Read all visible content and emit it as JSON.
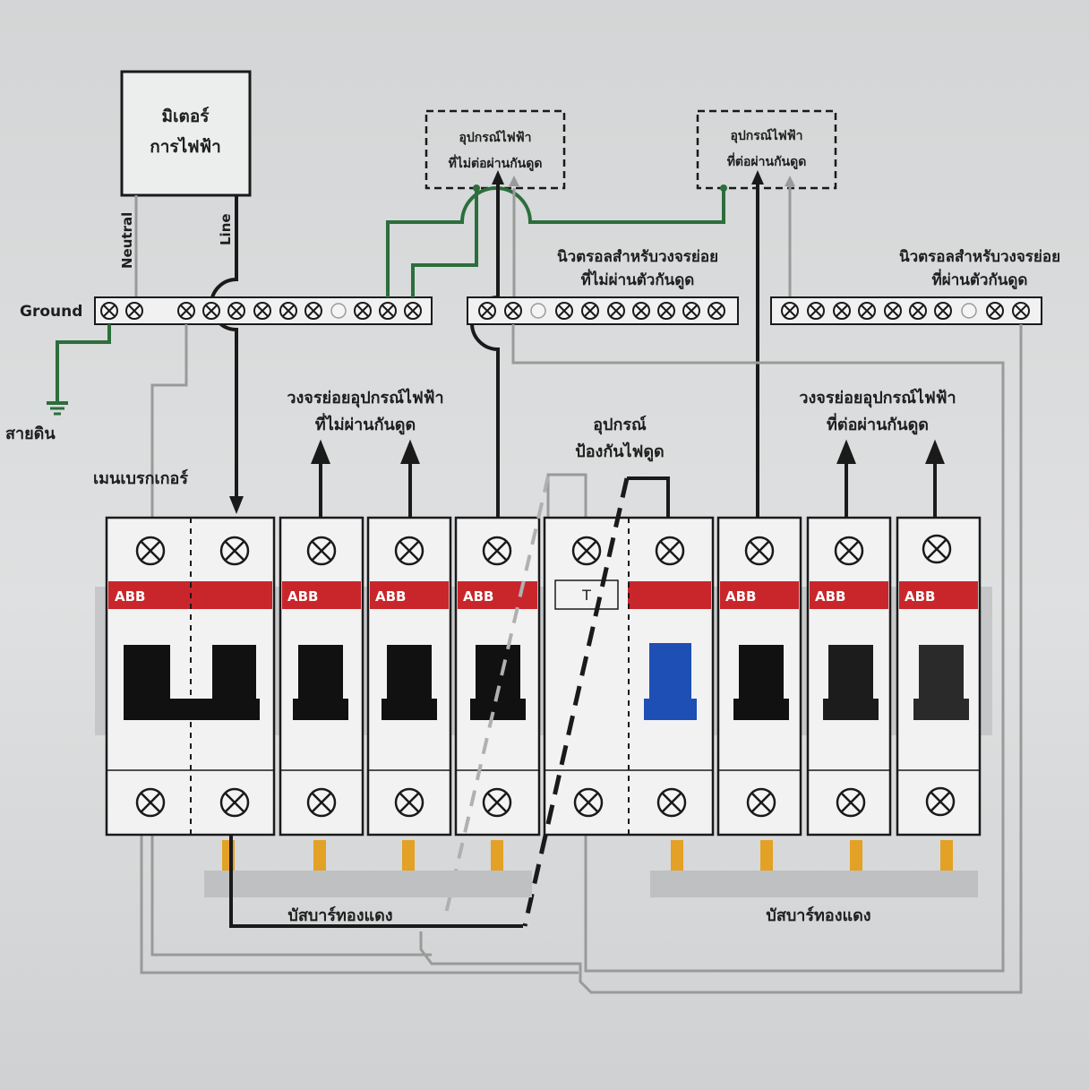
{
  "meter": {
    "line1": "มิเตอร์",
    "line2": "การไฟฟ้า"
  },
  "wire_labels": {
    "neutral": "Neutral",
    "line": "Line"
  },
  "ground_label": "Ground",
  "earth_label": "สายดิน",
  "device_not_protected": {
    "line1": "อุปกรณ์ไฟฟ้า",
    "line2": "ที่ไม่ต่อผ่านกันดูด"
  },
  "device_protected": {
    "line1": "อุปกรณ์ไฟฟ้า",
    "line2": "ที่ต่อผ่านกันดูด"
  },
  "neutral_bar_not_protected": {
    "line1": "นิวตรอลสำหรับวงจรย่อย",
    "line2": "ที่ไม่ผ่านตัวกันดูด"
  },
  "neutral_bar_protected": {
    "line1": "นิวตรอลสำหรับวงจรย่อย",
    "line2": "ที่ผ่านตัวกันดูด"
  },
  "subcircuit_not_protected": {
    "line1": "วงจรย่อยอุปกรณ์ไฟฟ้า",
    "line2": "ที่ไม่ผ่านกันดูด"
  },
  "subcircuit_protected": {
    "line1": "วงจรย่อยอุปกรณ์ไฟฟ้า",
    "line2": "ที่ต่อผ่านกันดูด"
  },
  "rcd_label": {
    "line1": "อุปกรณ์",
    "line2": "ป้องกันไฟดูด"
  },
  "main_breaker_label": "เมนเบรกเกอร์",
  "busbar_left": "บัสบาร์ทองแดง",
  "busbar_right": "บัสบาร์ทองแดง",
  "brand": "ABB",
  "rcd_test_label": "T",
  "colors": {
    "ground_wire": "#2c6e3c",
    "brand_strip": "#c9262c",
    "rcd_toggle": "#1e4fb4",
    "busbar_tab": "#e3a126",
    "neutral_wire": "#9a9a9a"
  }
}
